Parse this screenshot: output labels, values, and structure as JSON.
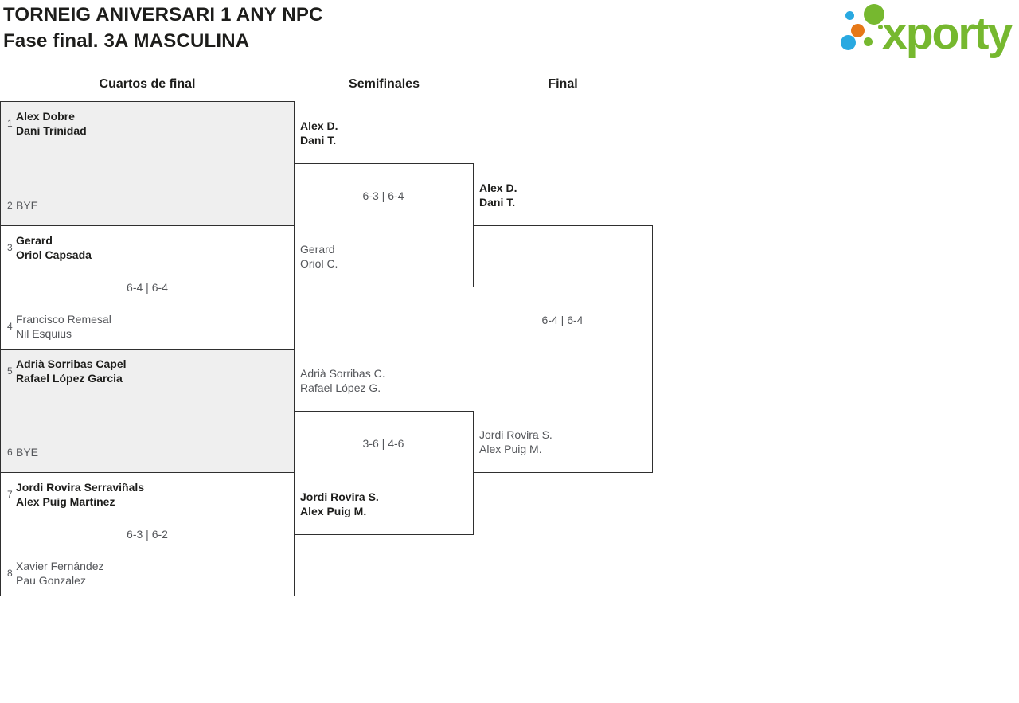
{
  "page": {
    "title_line1": "TORNEIG ANIVERSARI 1 ANY NPC",
    "title_line2": "Fase final. 3A MASCULINA"
  },
  "logo": {
    "text": "xporty"
  },
  "rounds": {
    "quarterfinals": "Cuartos de final",
    "semifinals": "Semifinales",
    "final": "Final"
  },
  "qf": [
    {
      "seed_top": "1",
      "team_top": [
        "Alex Dobre",
        "Dani Trinidad"
      ],
      "score": "",
      "seed_bottom": "2",
      "team_bottom": [
        "BYE"
      ]
    },
    {
      "seed_top": "3",
      "team_top": [
        "Gerard",
        "Oriol Capsada"
      ],
      "score": "6-4 | 6-4",
      "seed_bottom": "4",
      "team_bottom": [
        "Francisco Remesal",
        "Nil Esquius"
      ]
    },
    {
      "seed_top": "5",
      "team_top": [
        "Adrià Sorribas Capel",
        "Rafael López Garcia"
      ],
      "score": "",
      "seed_bottom": "6",
      "team_bottom": [
        "BYE"
      ]
    },
    {
      "seed_top": "7",
      "team_top": [
        "Jordi Rovira Serraviñals",
        "Alex Puig Martinez"
      ],
      "score": "6-3 | 6-2",
      "seed_bottom": "8",
      "team_bottom": [
        "Xavier Fernández",
        "Pau Gonzalez"
      ]
    }
  ],
  "sf": [
    {
      "team_top": [
        "Alex D.",
        "Dani T."
      ],
      "score": "6-3 | 6-4",
      "team_bottom": [
        "Gerard",
        "Oriol C."
      ]
    },
    {
      "team_top": [
        "Adrià Sorribas C.",
        "Rafael López G."
      ],
      "score": "3-6 | 4-6",
      "team_bottom": [
        "Jordi Rovira S.",
        "Alex Puig M."
      ]
    }
  ],
  "final": {
    "team_top": [
      "Alex D.",
      "Dani T."
    ],
    "score": "6-4 | 6-4",
    "team_bottom": [
      "Jordi Rovira S.",
      "Alex Puig M."
    ]
  },
  "colors": {
    "brand_green": "#76b82f",
    "brand_blue": "#29a9e1",
    "brand_orange": "#e67817",
    "bye_background": "#efefef",
    "border": "#2f2f2f",
    "text_dark": "#1d1d1b",
    "text_gray": "#54565a"
  }
}
